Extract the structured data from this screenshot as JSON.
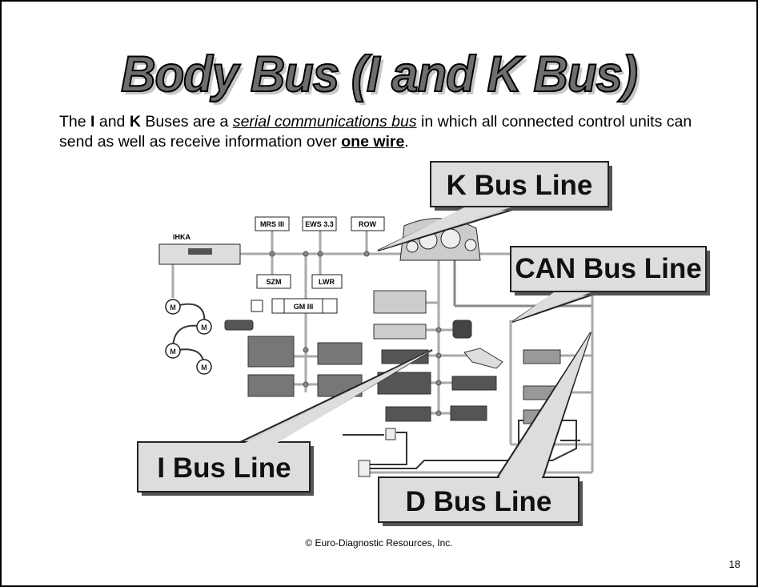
{
  "slide": {
    "title": "Body Bus (I and K Bus)",
    "intro": {
      "p1": "The ",
      "i": "I",
      "p2": " and ",
      "k": "K",
      "p3": " Buses are a ",
      "serial": "serial communications bus",
      "p4": " in which all connected control units can send as well as receive information over ",
      "onewire": "one wire",
      "p5": "."
    },
    "copyright": "© Euro-Diagnostic Resources, Inc.",
    "page_number": "18"
  },
  "diagram": {
    "modules": {
      "ihka": "IHKA",
      "mrs": "MRS III",
      "ews": "EWS 3.3",
      "row": "ROW",
      "szm": "SZM",
      "lwr": "LWR",
      "gm": "GM III",
      "motor": "M"
    },
    "callouts": {
      "k_bus": "K Bus Line",
      "can_bus": "CAN Bus Line",
      "i_bus": "I Bus Line",
      "d_bus": "D Bus Line"
    }
  }
}
